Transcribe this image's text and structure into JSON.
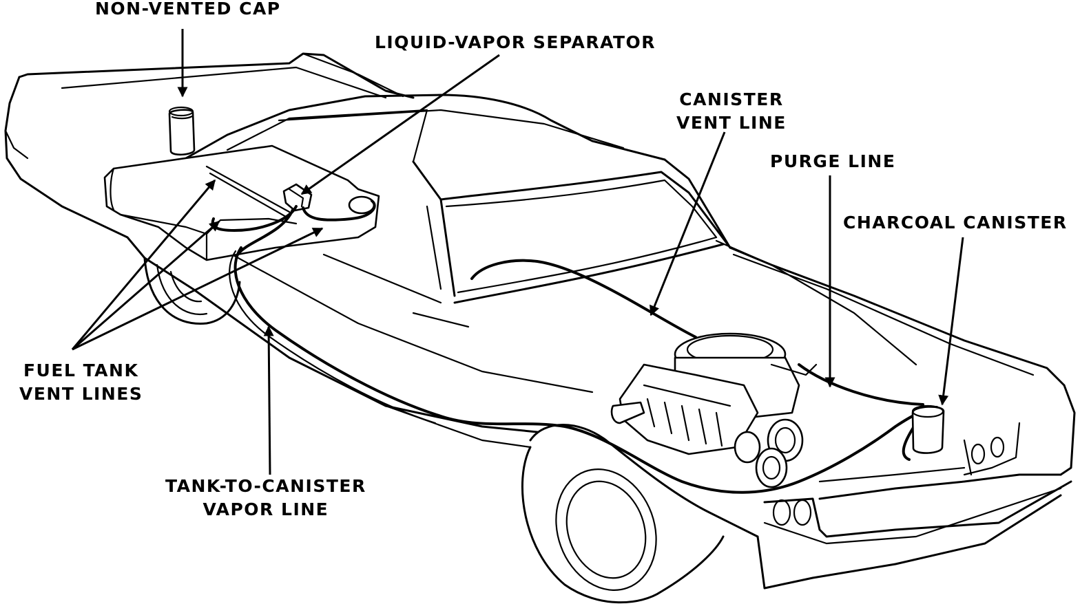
{
  "labels": {
    "non_vented_cap": "NON-VENTED CAP",
    "liquid_vapor_separator": "LIQUID-VAPOR SEPARATOR",
    "canister_vent_line": [
      "CANISTER",
      "VENT LINE"
    ],
    "purge_line": "PURGE LINE",
    "charcoal_canister": "CHARCOAL CANISTER",
    "fuel_tank_vent_lines": [
      "FUEL TANK",
      "VENT LINES"
    ],
    "tank_to_canister_vapor_line": [
      "TANK-TO-CANISTER",
      "VAPOR LINE"
    ]
  },
  "colors": {
    "ink": "#000000",
    "paper": "#ffffff"
  }
}
